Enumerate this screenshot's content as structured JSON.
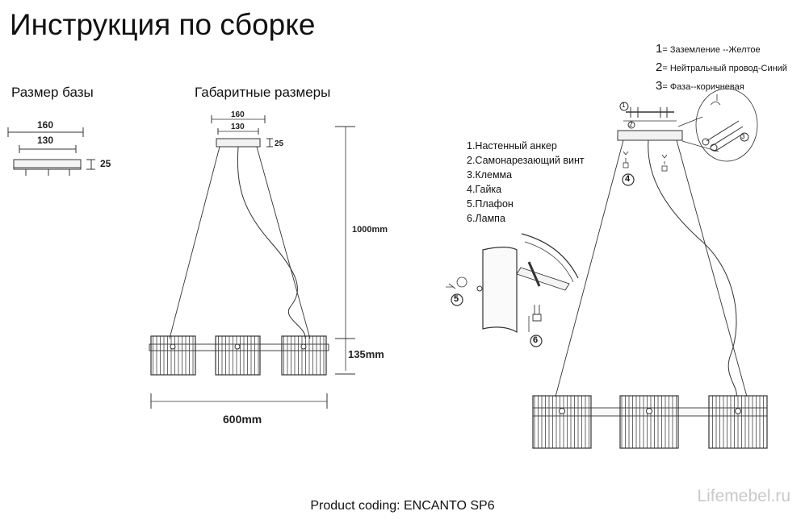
{
  "title": "Инструкция по сборке",
  "base_size": {
    "heading": "Размер базы",
    "width_label": "160",
    "inner_label": "130",
    "height_label": "25"
  },
  "overall": {
    "heading": "Габаритные размеры",
    "width_label": "160",
    "inner_label": "130",
    "canopy_height": "25",
    "drop_label": "1000mm",
    "shade_height": "135mm",
    "length_label": "600mm"
  },
  "parts": [
    "1.Настенный анкер",
    "2.Самонарезающий винт",
    "3.Клемма",
    "4.Гайка",
    "5.Плафон",
    "6.Лампа"
  ],
  "wires": [
    {
      "num": "1",
      "text": "= Заземление --Желтое"
    },
    {
      "num": "2",
      "text": "= Нейтральный провод-Синий"
    },
    {
      "num": "3",
      "text": "= Фаза--коричневая"
    }
  ],
  "callouts": {
    "c1": "1",
    "c2": "2",
    "c3": "3",
    "c4": "4",
    "c5": "5",
    "c6": "6"
  },
  "footer": {
    "product_coding": "Product coding: ENCANTO SP6",
    "brand": "Lifemebel.ru"
  }
}
